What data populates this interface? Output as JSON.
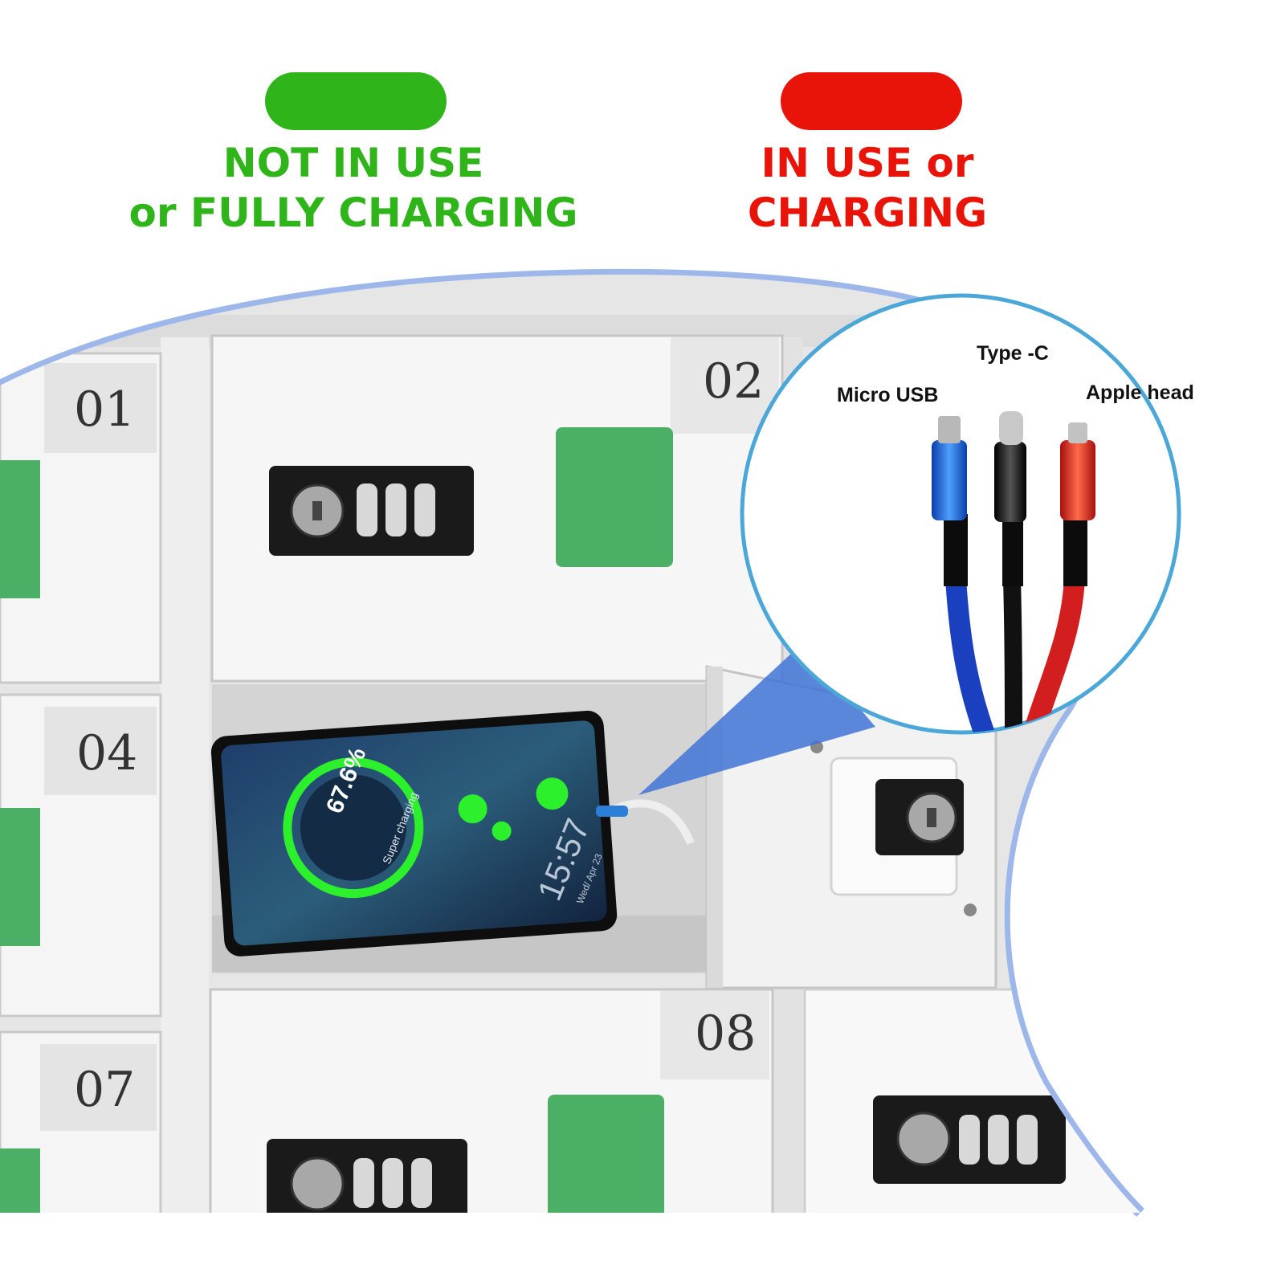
{
  "legend": {
    "available": {
      "line1": "NOT IN USE",
      "line2": "or FULLY CHARGING",
      "color": "#2fb51a"
    },
    "in_use": {
      "line1": "IN USE or",
      "line2": "CHARGING",
      "color": "#e8140a"
    }
  },
  "lockers": {
    "numbers": [
      "01",
      "02",
      "04",
      "07",
      "08"
    ],
    "indicator_color": "#4caf66"
  },
  "phone": {
    "charge_percent": "67.6%",
    "charge_label": "Super charging",
    "clock": "15:57",
    "date": "Wed/ Apr 23"
  },
  "callout": {
    "labels": {
      "micro_usb": "Micro USB",
      "type_c": "Type -C",
      "apple": "Apple head"
    },
    "cable_colors": {
      "micro_usb": "#1a3fbf",
      "type_c": "#111111",
      "apple": "#d21e1e"
    }
  }
}
